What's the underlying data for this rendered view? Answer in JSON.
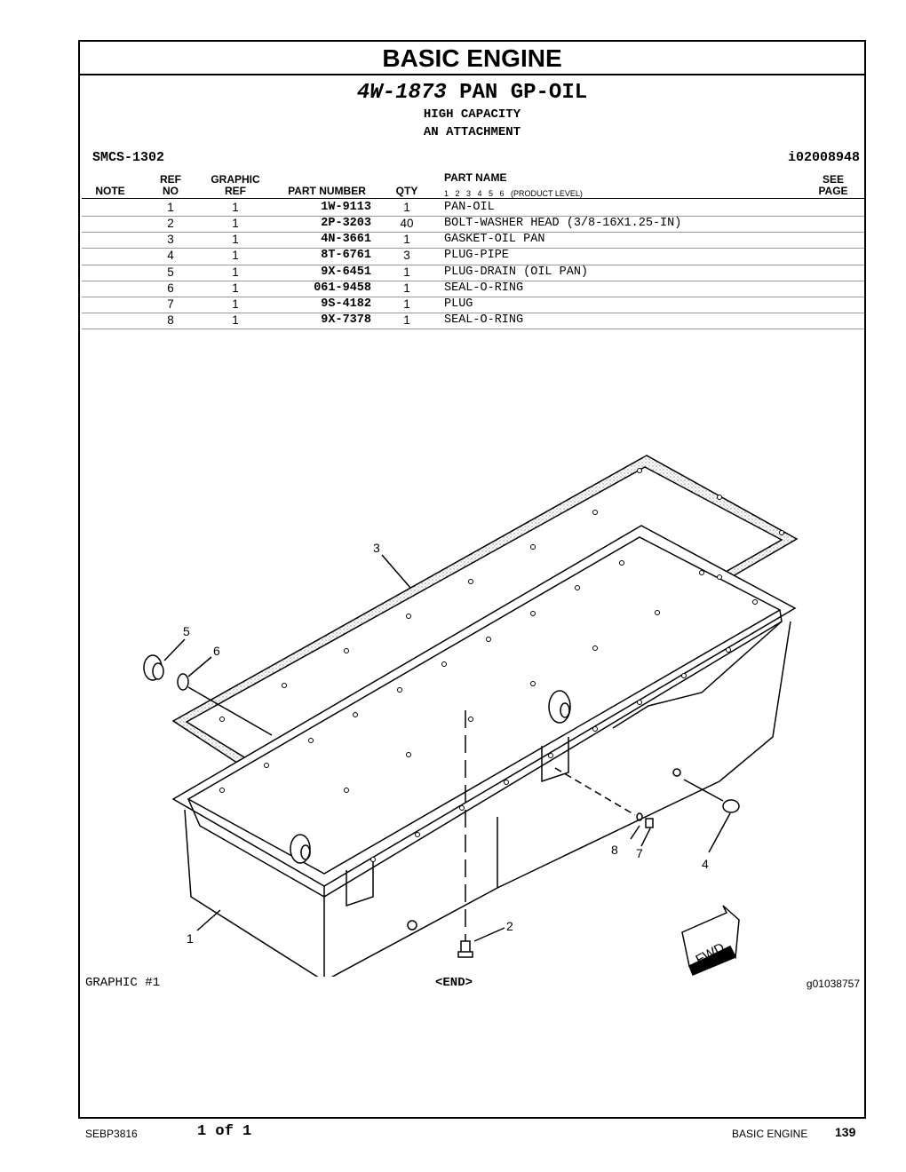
{
  "section_title": "BASIC ENGINE",
  "group": {
    "part_number": "4W-1873",
    "name": "PAN GP-OIL",
    "subtitle1": "HIGH CAPACITY",
    "subtitle2": "AN ATTACHMENT"
  },
  "smcs": "SMCS-1302",
  "ident": "i02008948",
  "headers": {
    "note": "NOTE",
    "ref_top": "REF",
    "ref_bottom": "NO",
    "graphic_top": "GRAPHIC",
    "graphic_bottom": "REF",
    "part_number": "PART NUMBER",
    "qty": "QTY",
    "part_name": "PART NAME",
    "product_levels": "1   2   3   4   5   6   (PRODUCT LEVEL)",
    "see_top": "SEE",
    "see_bottom": "PAGE"
  },
  "parts": [
    {
      "ref": "1",
      "graphic": "1",
      "part_number": "1W-9113",
      "qty": "1",
      "name": "PAN-OIL"
    },
    {
      "ref": "2",
      "graphic": "1",
      "part_number": "2P-3203",
      "qty": "40",
      "name": "BOLT-WASHER HEAD (3/8-16X1.25-IN)"
    },
    {
      "ref": "3",
      "graphic": "1",
      "part_number": "4N-3661",
      "qty": "1",
      "name": "GASKET-OIL PAN"
    },
    {
      "ref": "4",
      "graphic": "1",
      "part_number": "8T-6761",
      "qty": "3",
      "name": "PLUG-PIPE"
    },
    {
      "ref": "5",
      "graphic": "1",
      "part_number": "9X-6451",
      "qty": "1",
      "name": "PLUG-DRAIN (OIL PAN)"
    },
    {
      "ref": "6",
      "graphic": "1",
      "part_number": "061-9458",
      "qty": "1",
      "name": "SEAL-O-RING"
    },
    {
      "ref": "7",
      "graphic": "1",
      "part_number": "9S-4182",
      "qty": "1",
      "name": "PLUG"
    },
    {
      "ref": "8",
      "graphic": "1",
      "part_number": "9X-7378",
      "qty": "1",
      "name": "SEAL-O-RING"
    }
  ],
  "callouts": {
    "c1": "1",
    "c2": "2",
    "c3": "3",
    "c4": "4",
    "c5": "5",
    "c6": "6",
    "c7": "7",
    "c8": "8"
  },
  "fwd_label": "FWD",
  "graphic_label": "GRAPHIC #1",
  "end_label": "<END>",
  "graphic_id": "g01038757",
  "footer": {
    "doc": "SEBP3816",
    "page_of": "1 of 1",
    "section": "BASIC ENGINE",
    "page_number": "139"
  }
}
